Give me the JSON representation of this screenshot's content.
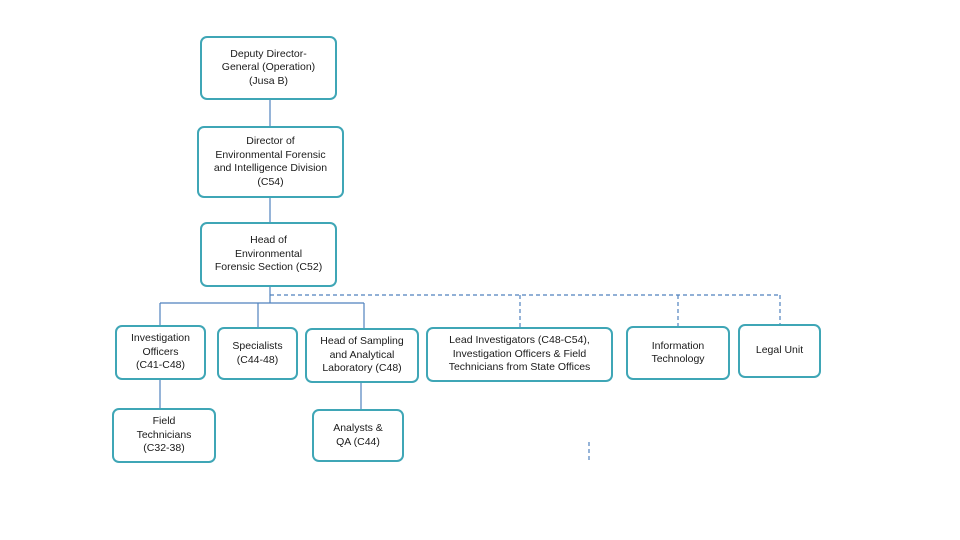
{
  "nodes": {
    "deputy_director": "Deputy Director-\nGeneral (Operation)\n(Jusa B)",
    "director": "Director of\nEnvironmental Forensic\nand Intelligence Division\n(C54)",
    "head_section": "Head  of\nEnvironmental\nForensic Section  (C52)",
    "investigation_officers": "Investigation\nOfficers\n(C41-C48)",
    "specialists": "Specialists\n(C44-48)",
    "head_sampling": "Head of Sampling\nand Analytical\nLaboratory (C48)",
    "lead_investigators": "Lead Investigators (C48-C54),\nInvestigation Officers & Field\nTechnicians from State Offices",
    "information_technology": "Information\nTechnology",
    "legal_unit": "Legal Unit",
    "field_technicians": "Field\nTechnicians\n(C32-38)",
    "analysts_qa": "Analysts &\nQA  (C44)"
  },
  "colors": {
    "box_border": "#3fa6b6",
    "connector": "#4f81bd"
  }
}
